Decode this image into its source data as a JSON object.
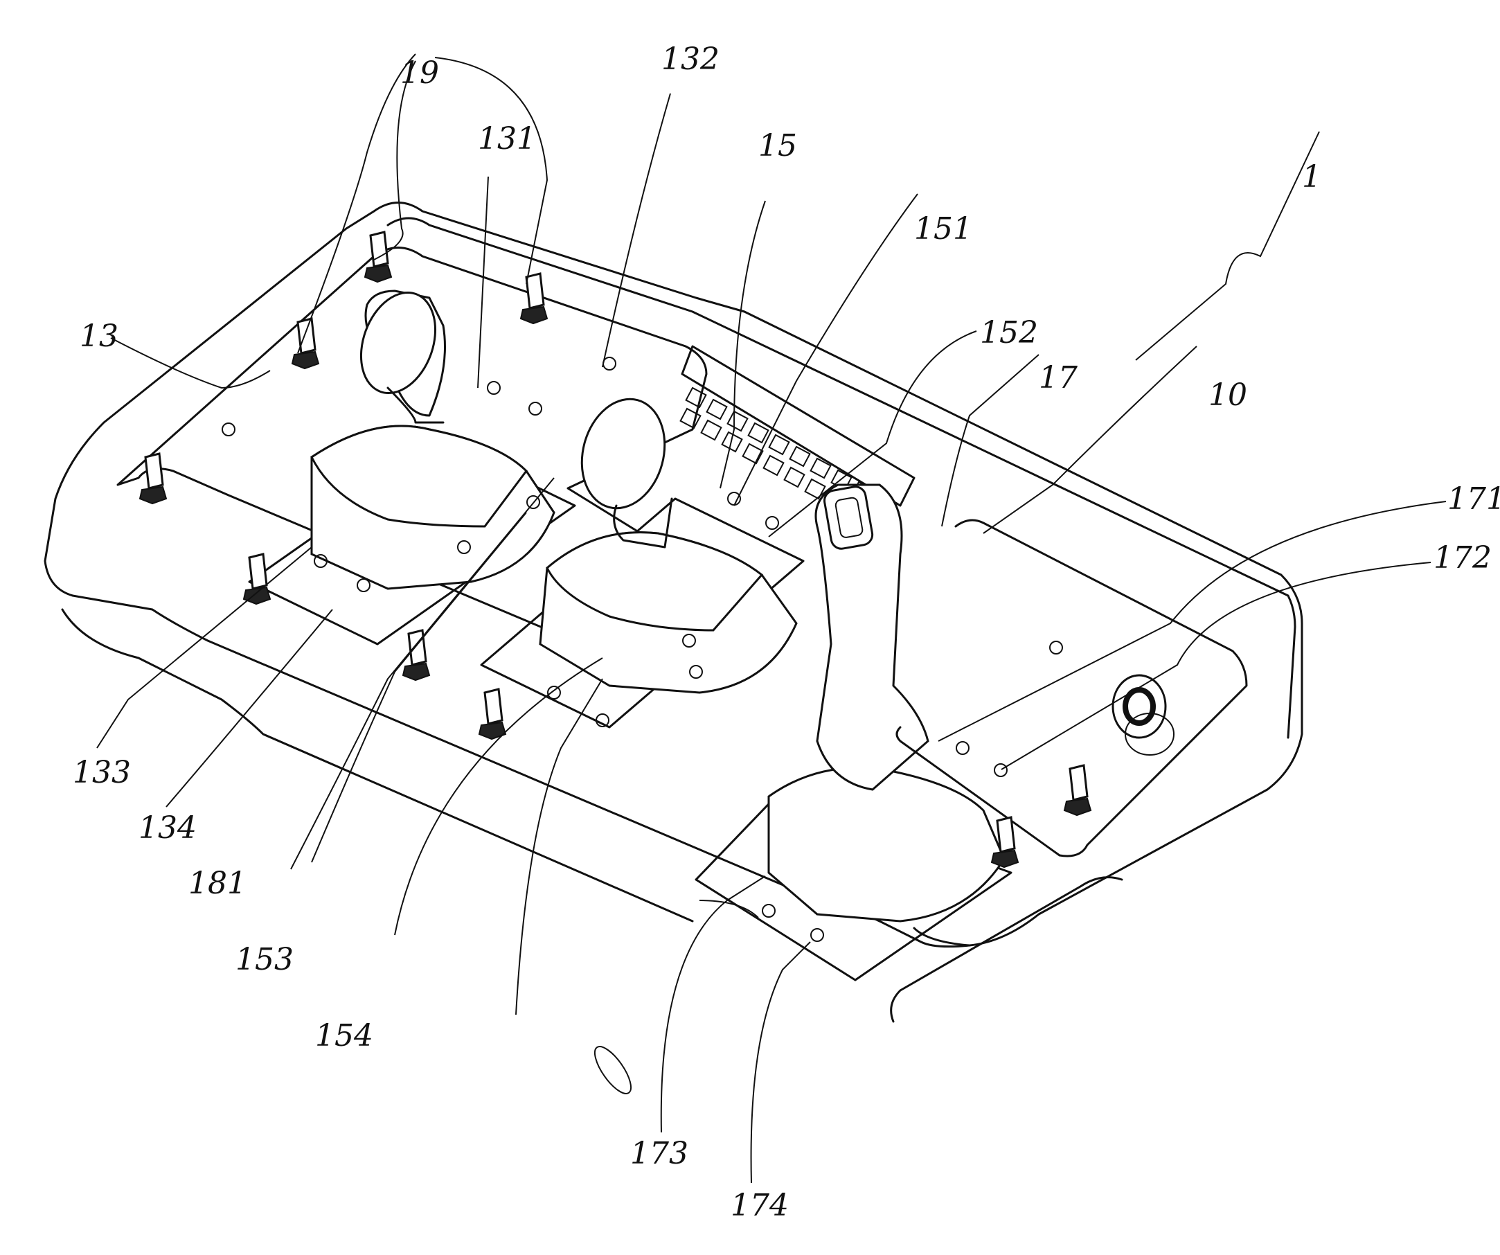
{
  "figure": {
    "type": "patent drawing",
    "subject": "control console with joysticks",
    "reference_numerals": [
      {
        "id": "1",
        "label": "1"
      },
      {
        "id": "10",
        "label": "10"
      },
      {
        "id": "13",
        "label": "13"
      },
      {
        "id": "131",
        "label": "131"
      },
      {
        "id": "132",
        "label": "132"
      },
      {
        "id": "133",
        "label": "133"
      },
      {
        "id": "134",
        "label": "134"
      },
      {
        "id": "15",
        "label": "15"
      },
      {
        "id": "151",
        "label": "151"
      },
      {
        "id": "152",
        "label": "152"
      },
      {
        "id": "153",
        "label": "153"
      },
      {
        "id": "154",
        "label": "154"
      },
      {
        "id": "17",
        "label": "17"
      },
      {
        "id": "171",
        "label": "171"
      },
      {
        "id": "172",
        "label": "172"
      },
      {
        "id": "173",
        "label": "173"
      },
      {
        "id": "174",
        "label": "174"
      },
      {
        "id": "181",
        "label": "181"
      },
      {
        "id": "19",
        "label": "19"
      }
    ]
  }
}
